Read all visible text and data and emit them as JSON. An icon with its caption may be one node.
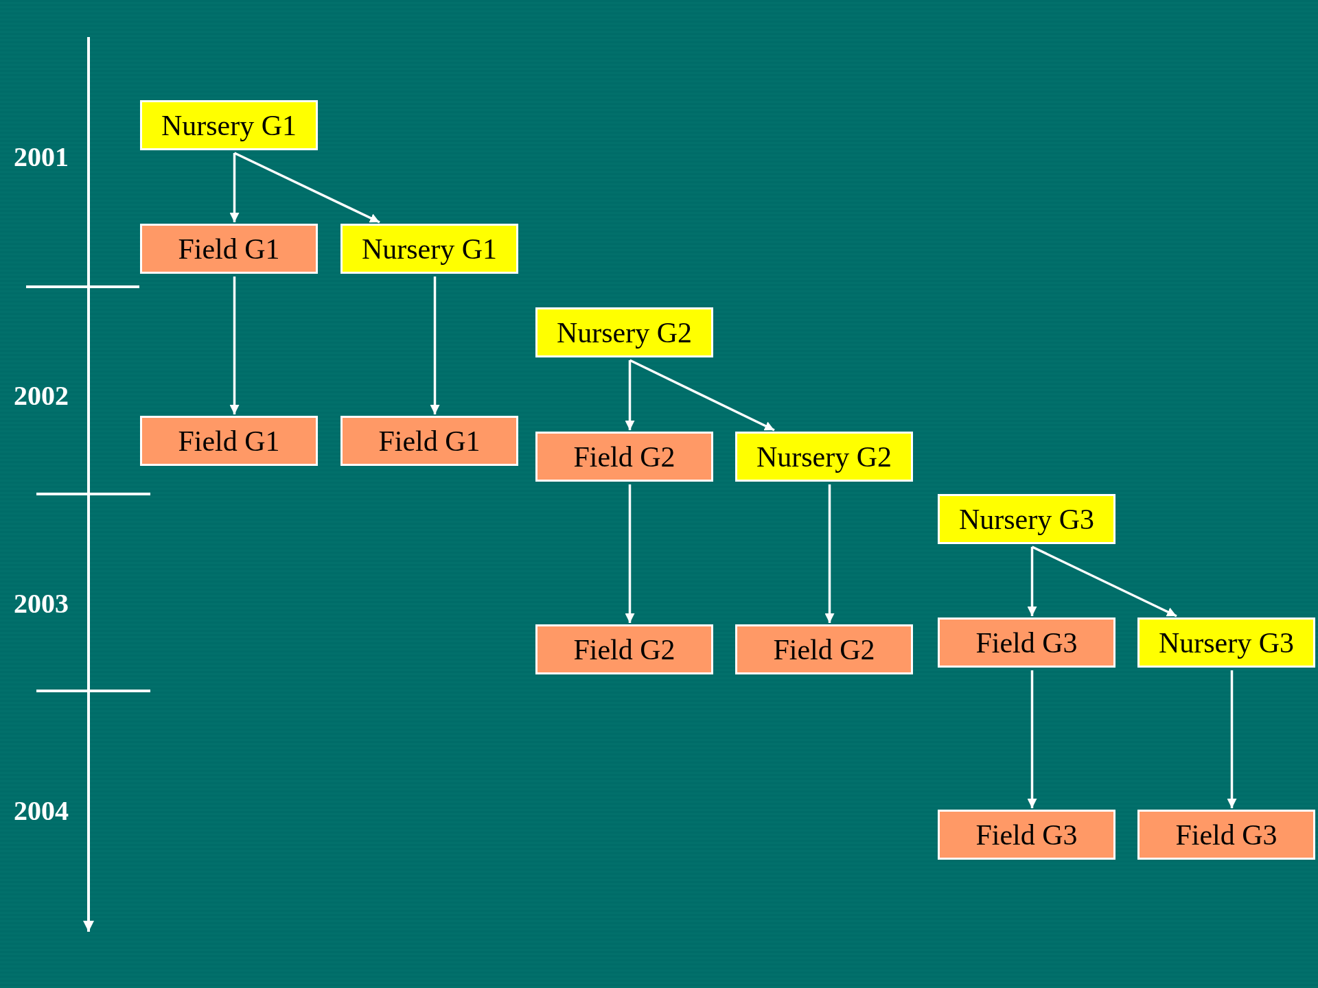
{
  "diagram": {
    "nodes": [
      {
        "text": [
          "Nursery G1"
        ]
      },
      {
        "text": [
          "Field G1"
        ]
      },
      {
        "text": [
          "Nursery G1"
        ]
      },
      {
        "text": [
          "Field G1"
        ]
      },
      {
        "text": [
          "Field G1"
        ]
      },
      {
        "text": [
          "Nursery G2"
        ]
      },
      {
        "text": [
          "Field G2"
        ]
      },
      {
        "text": [
          "Nursery G2"
        ]
      },
      {
        "text": [
          "Field G2"
        ]
      },
      {
        "text": [
          "Field G2"
        ]
      },
      {
        "text": [
          "Nursery G3"
        ]
      },
      {
        "text": [
          "Field G3"
        ]
      },
      {
        "text": [
          "Nursery G3"
        ]
      },
      {
        "text": [
          "Field G3"
        ]
      },
      {
        "text": [
          "Field G3"
        ]
      }
    ],
    "edges": [
      {
        "from": 0,
        "to": 1,
        "arrow": "to"
      },
      {
        "from": 0,
        "to": 2,
        "arrow": "to"
      },
      {
        "from": 1,
        "to": 3,
        "arrow": "to"
      },
      {
        "from": 2,
        "to": 4,
        "arrow": "to"
      },
      {
        "from": 5,
        "to": 6,
        "arrow": "to"
      },
      {
        "from": 5,
        "to": 7,
        "arrow": "to"
      },
      {
        "from": 6,
        "to": 8,
        "arrow": "to"
      },
      {
        "from": 7,
        "to": 9,
        "arrow": "to"
      },
      {
        "from": 10,
        "to": 11,
        "arrow": "to"
      },
      {
        "from": 10,
        "to": 12,
        "arrow": "to"
      },
      {
        "from": 11,
        "to": 13,
        "arrow": "to"
      },
      {
        "from": 12,
        "to": 14,
        "arrow": "to"
      }
    ],
    "labels": [
      "2001",
      "2002",
      "2003",
      "2004"
    ]
  }
}
